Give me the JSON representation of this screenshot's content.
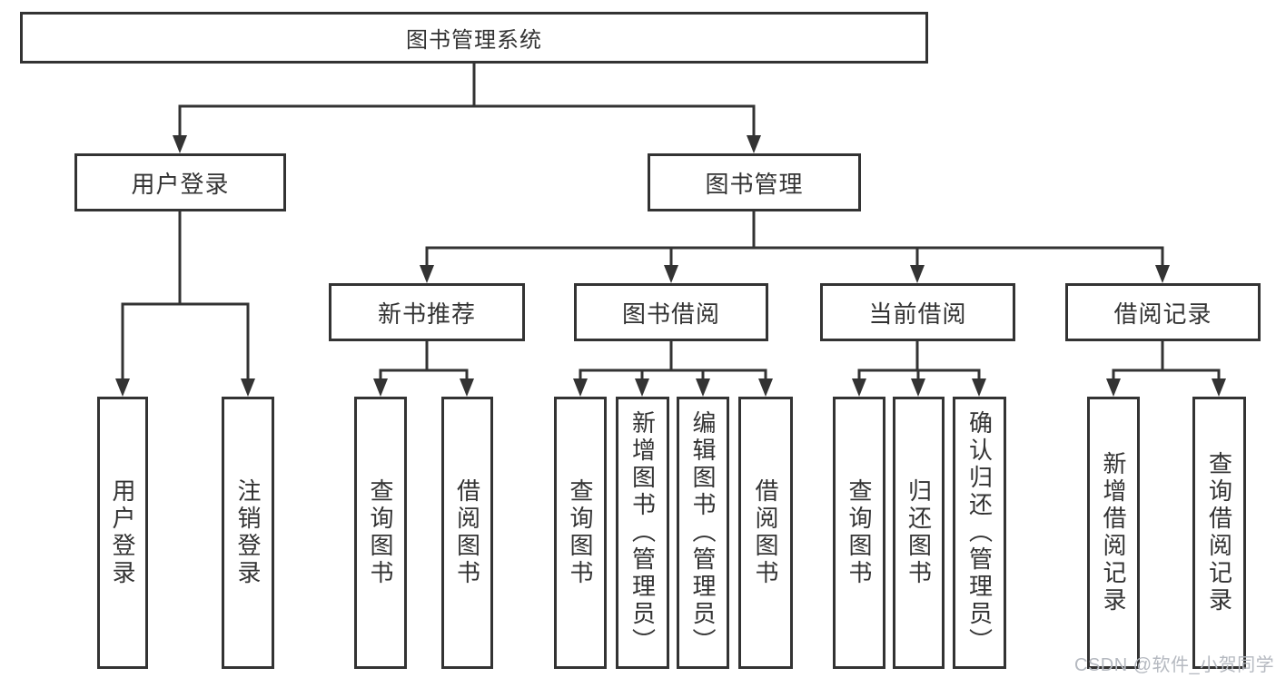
{
  "diagram": {
    "type": "hierarchy-tree",
    "root": {
      "label": "图书管理系统",
      "children": [
        {
          "label": "用户登录",
          "children": [
            {
              "label": "用户登录"
            },
            {
              "label": "注销登录"
            }
          ]
        },
        {
          "label": "图书管理",
          "children": [
            {
              "label": "新书推荐",
              "children": [
                {
                  "label": "查询图书"
                },
                {
                  "label": "借阅图书"
                }
              ]
            },
            {
              "label": "图书借阅",
              "children": [
                {
                  "label": "查询图书"
                },
                {
                  "label": "新增图书（管理员）"
                },
                {
                  "label": "编辑图书（管理员）"
                },
                {
                  "label": "借阅图书"
                }
              ]
            },
            {
              "label": "当前借阅",
              "children": [
                {
                  "label": "查询图书"
                },
                {
                  "label": "归还图书"
                },
                {
                  "label": "确认归还（管理员）"
                }
              ]
            },
            {
              "label": "借阅记录",
              "children": [
                {
                  "label": "新增借阅记录"
                },
                {
                  "label": "查询借阅记录"
                }
              ]
            }
          ]
        }
      ]
    }
  },
  "watermark": {
    "text": "CSDN @软件_小贺同学"
  },
  "colors": {
    "line": "#333333",
    "box_border": "#333333",
    "text": "#333333",
    "background": "#ffffff",
    "watermark": "#b5b9c0"
  }
}
